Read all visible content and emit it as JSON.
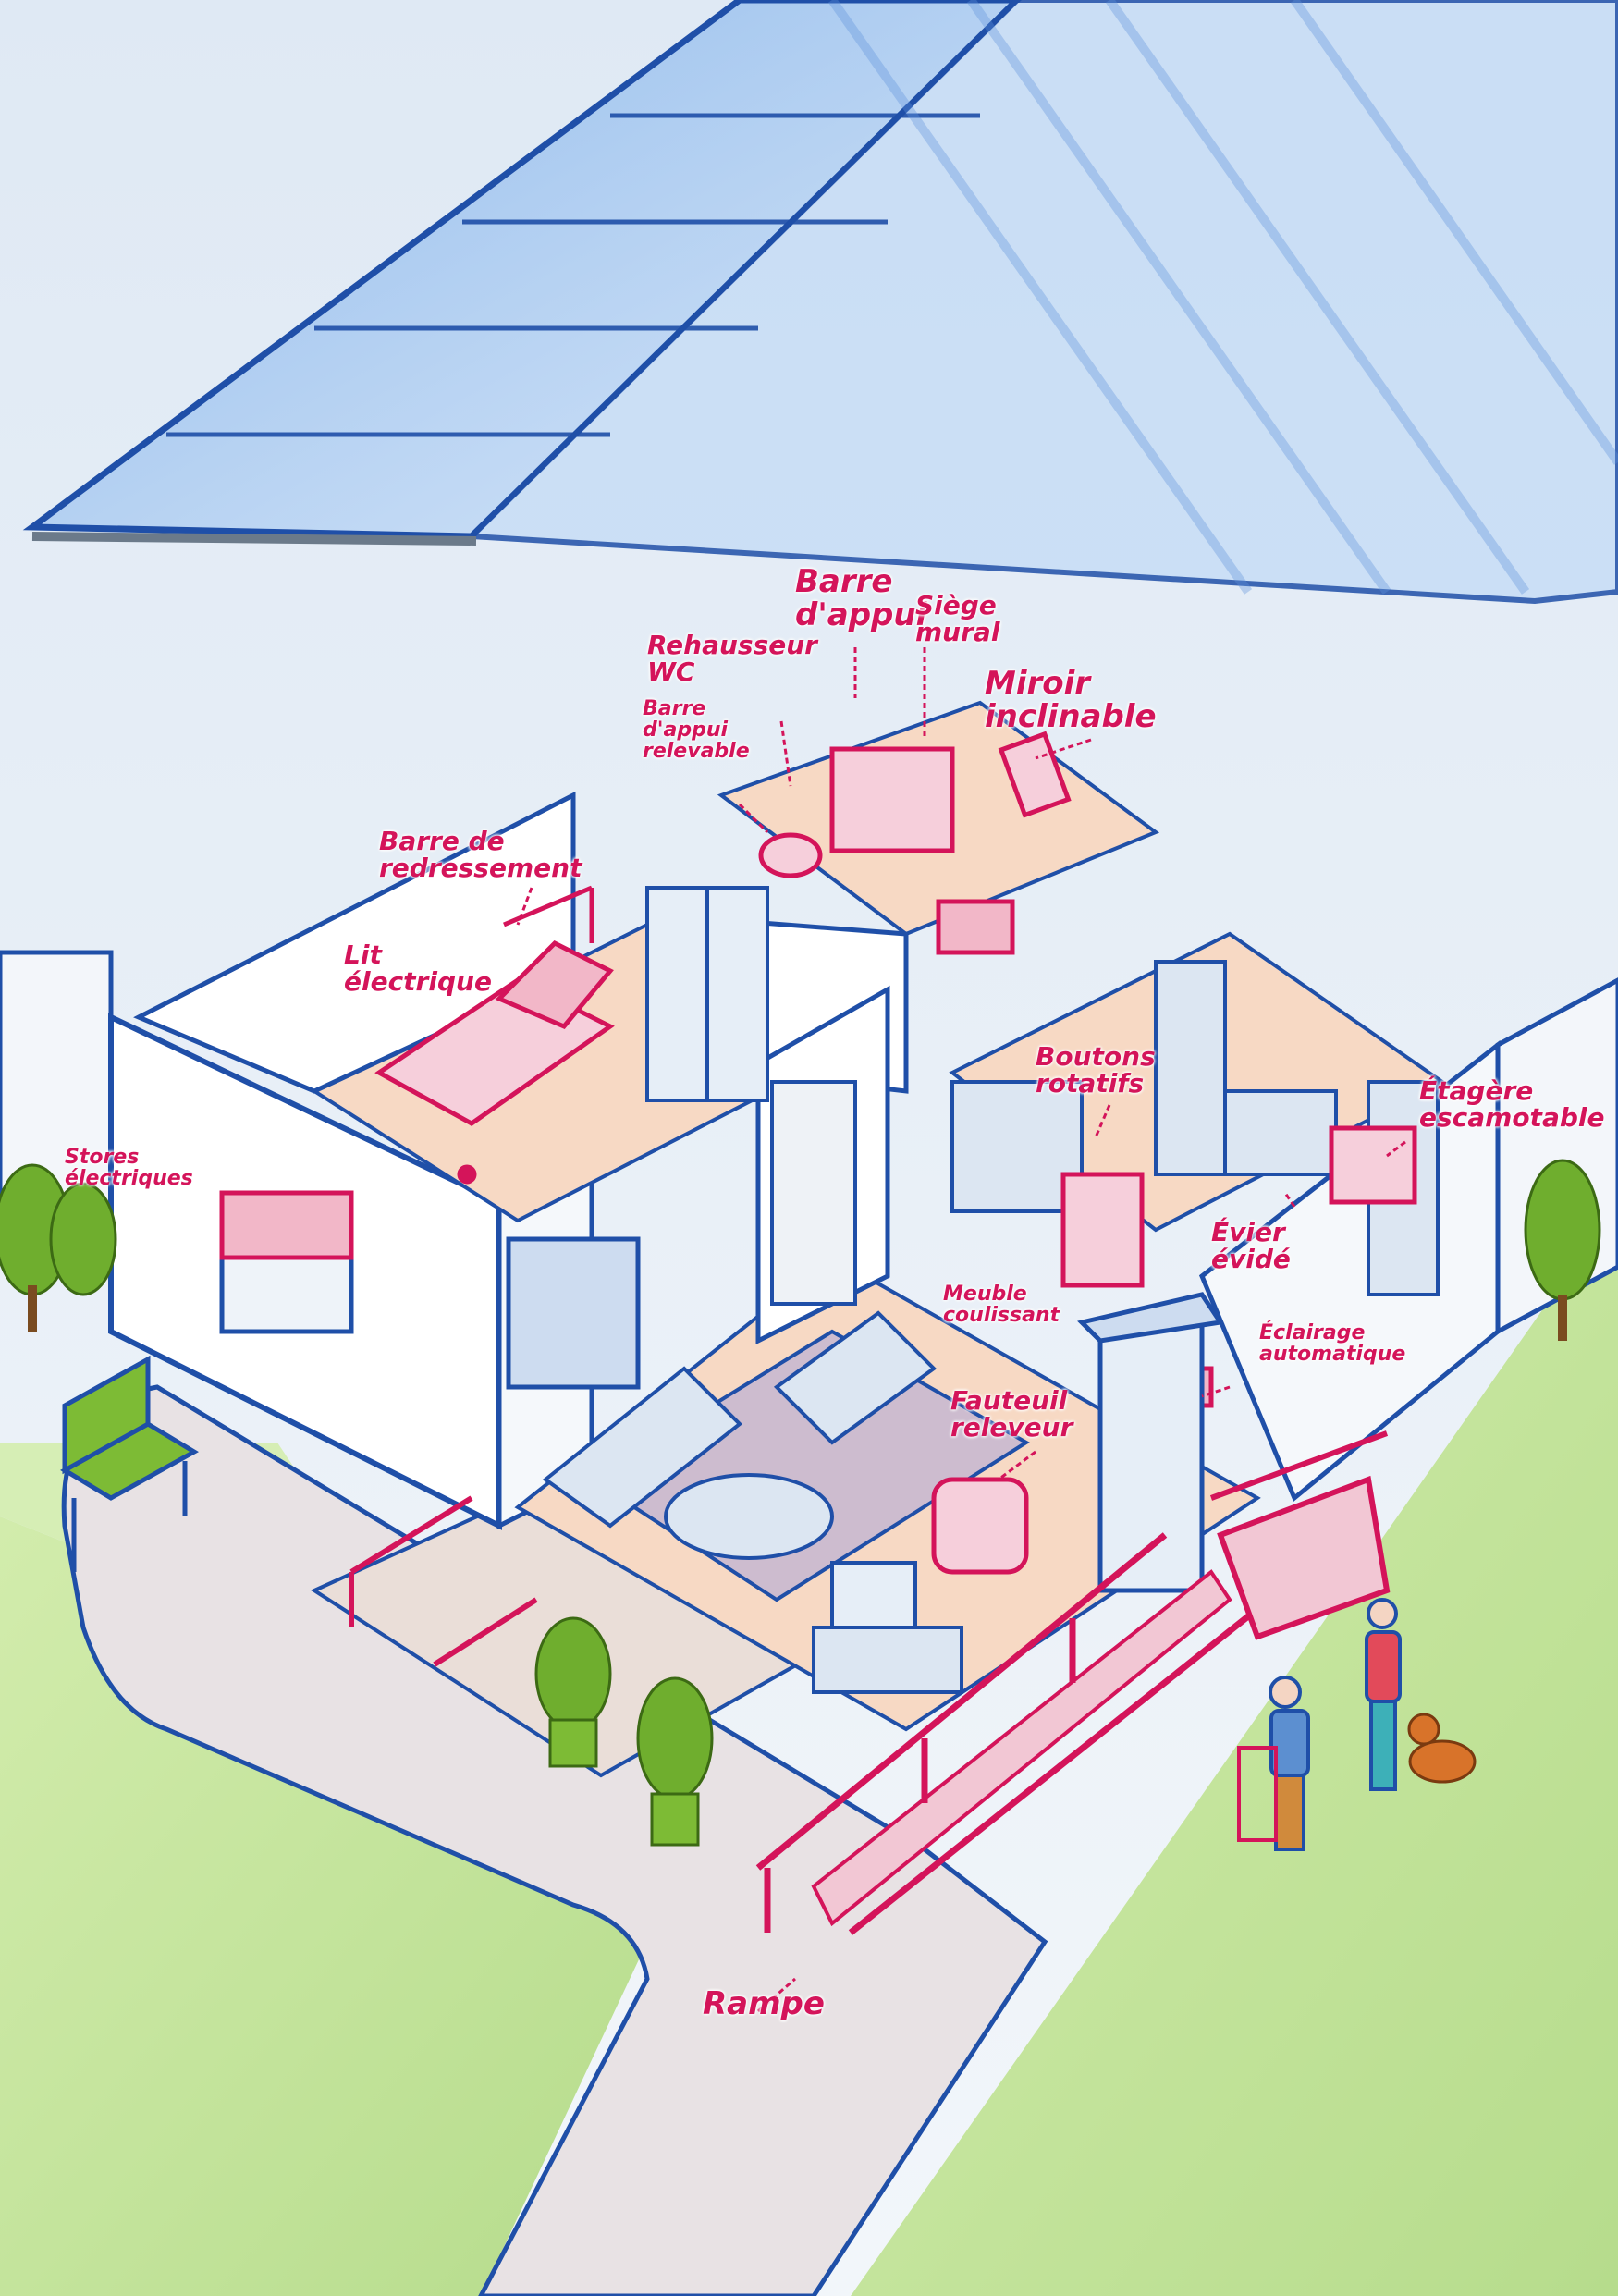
{
  "labels": {
    "barre_appui": "Barre\nd'appui",
    "siege_mural": "Siège\nmural",
    "rehausseur_wc": "Rehausseur\nWC",
    "miroir_inclinable": "Miroir\ninclinable",
    "barre_appui_relevable": "Barre\nd'appui\nrelevable",
    "barre_redressement": "Barre de\nredressement",
    "lit_electrique": "Lit\nélectrique",
    "stores_electriques": "Stores\nélectriques",
    "boutons_rotatifs": "Boutons\nrotatifs",
    "etagere_escamotable": "Étagère\nescamotable",
    "evier_evide": "Évier\névidé",
    "meuble_coulissant": "Meuble\ncoulissant",
    "eclairage_automatique": "Éclairage\nautomatique",
    "fauteuil_releveur": "Fauteuil\nreleveur",
    "rampe": "Rampe"
  },
  "colors": {
    "accent_label": "#d4145a",
    "outline": "#1f4fa8",
    "roof_glass": "#8fb8ec",
    "floor": "#f7d9c4",
    "rug": "#c9b8cf",
    "lawn": "#c6e59b",
    "path": "#e7e3e3",
    "plant": "#6fae2e"
  },
  "icons": [
    "house-cutaway-illustration",
    "elderly-person-with-walker-icon",
    "woman-icon",
    "dog-icon",
    "bench-icon",
    "tree-icon",
    "potted-plant-icon"
  ]
}
